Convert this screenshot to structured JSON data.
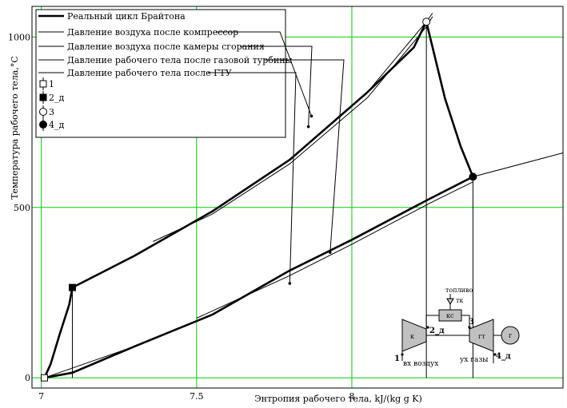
{
  "chart_data": {
    "type": "line",
    "title": "",
    "xlabel": "Энтропия рабочего тела, kJ/(kg g K)",
    "ylabel": "Температура рабочего тела,°С",
    "xlim": [
      6.97,
      8.68
    ],
    "ylim": [
      -30,
      1090
    ],
    "x_ticks": [
      7,
      7.5,
      8
    ],
    "x_tick_labels": [
      "7",
      "7.5",
      "8"
    ],
    "y_ticks": [
      0,
      500,
      1000
    ],
    "y_tick_labels": [
      "0",
      "500",
      "1000"
    ],
    "grid": true,
    "grid_color": "#00d000",
    "legend_position": "top-left",
    "legend": [
      {
        "label": "Реальный цикл Брайтона",
        "style": "thick-line"
      },
      {
        "label": "Давление воздуха после компрессор",
        "style": "line"
      },
      {
        "label": "Давление воздуха после камеры сгорания",
        "style": "line"
      },
      {
        "label": "Давление рабочего тела после газовой турбины",
        "style": "line"
      },
      {
        "label": "Давление рабочего тела после ГТУ",
        "style": "line"
      },
      {
        "label": "1",
        "style": "open-square"
      },
      {
        "label": "2_д",
        "style": "filled-square"
      },
      {
        "label": "3",
        "style": "open-circle"
      },
      {
        "label": "4_д",
        "style": "filled-circle"
      }
    ],
    "series": [
      {
        "name": "Реальный цикл Брайтона",
        "style": "thick",
        "points": [
          [
            7.01,
            0
          ],
          [
            7.03,
            40
          ],
          [
            7.06,
            130
          ],
          [
            7.09,
            215
          ],
          [
            7.1,
            265
          ],
          [
            7.3,
            358
          ],
          [
            7.55,
            488
          ],
          [
            7.8,
            640
          ],
          [
            8.05,
            838
          ],
          [
            8.2,
            970
          ],
          [
            8.24,
            1045
          ],
          [
            8.3,
            820
          ],
          [
            8.35,
            680
          ],
          [
            8.39,
            590
          ],
          [
            8.25,
            525
          ],
          [
            8.0,
            405
          ],
          [
            7.8,
            315
          ],
          [
            7.55,
            185
          ],
          [
            7.3,
            92
          ],
          [
            7.1,
            15
          ],
          [
            7.01,
            0
          ]
        ]
      },
      {
        "name": "Давление воздуха после компрессор",
        "style": "thin",
        "points": [
          [
            7.1,
            265
          ],
          [
            7.3,
            358
          ],
          [
            7.55,
            488
          ],
          [
            7.8,
            640
          ],
          [
            8.05,
            838
          ],
          [
            8.24,
            1045
          ],
          [
            8.26,
            1070
          ]
        ]
      },
      {
        "name": "Давление воздуха после камеры сгорания",
        "style": "thin",
        "points": [
          [
            7.36,
            400
          ],
          [
            7.55,
            480
          ],
          [
            7.8,
            628
          ],
          [
            8.05,
            822
          ],
          [
            8.24,
            1030
          ],
          [
            8.26,
            1060
          ]
        ]
      },
      {
        "name": "Давление рабочего тела после газовой турбины",
        "style": "thin",
        "points": [
          [
            7.01,
            0
          ],
          [
            7.3,
            92
          ],
          [
            7.55,
            185
          ],
          [
            7.8,
            315
          ],
          [
            8.0,
            405
          ],
          [
            8.25,
            525
          ],
          [
            8.39,
            590
          ],
          [
            8.68,
            660
          ]
        ]
      },
      {
        "name": "Давление рабочего тела после ГТУ",
        "style": "thin",
        "points": [
          [
            7.5,
            175
          ],
          [
            7.8,
            300
          ],
          [
            8.0,
            392
          ],
          [
            8.25,
            512
          ],
          [
            8.39,
            575
          ]
        ]
      }
    ],
    "markers": [
      {
        "label": "1",
        "x": 7.01,
        "y": 0,
        "shape": "open-square"
      },
      {
        "label": "2_д",
        "x": 7.1,
        "y": 265,
        "shape": "filled-square"
      },
      {
        "label": "3",
        "x": 8.24,
        "y": 1045,
        "shape": "open-circle"
      },
      {
        "label": "4_д",
        "x": 8.39,
        "y": 590,
        "shape": "filled-circle"
      }
    ],
    "droplines": [
      {
        "x": 7.1,
        "y": 265
      },
      {
        "x": 8.24,
        "y": 1045
      },
      {
        "x": 8.39,
        "y": 590
      }
    ],
    "leaders": [
      {
        "legend_index": 1,
        "to": [
          7.87,
          768
        ]
      },
      {
        "legend_index": 2,
        "to": [
          7.86,
          737
        ]
      },
      {
        "legend_index": 3,
        "to": [
          7.93,
          368
        ]
      },
      {
        "legend_index": 4,
        "to": [
          7.8,
          277
        ]
      }
    ]
  },
  "schematic": {
    "labels": {
      "fuel": "топливо",
      "fuel_valve": "тк",
      "combustor": "кс",
      "compressor": "к",
      "turbine": "гт",
      "generator": "г",
      "inlet": "вх воздух",
      "exhaust": "ух газы",
      "point1": "1",
      "point2": "2_д",
      "point3": "3",
      "point4": "4_д"
    }
  }
}
